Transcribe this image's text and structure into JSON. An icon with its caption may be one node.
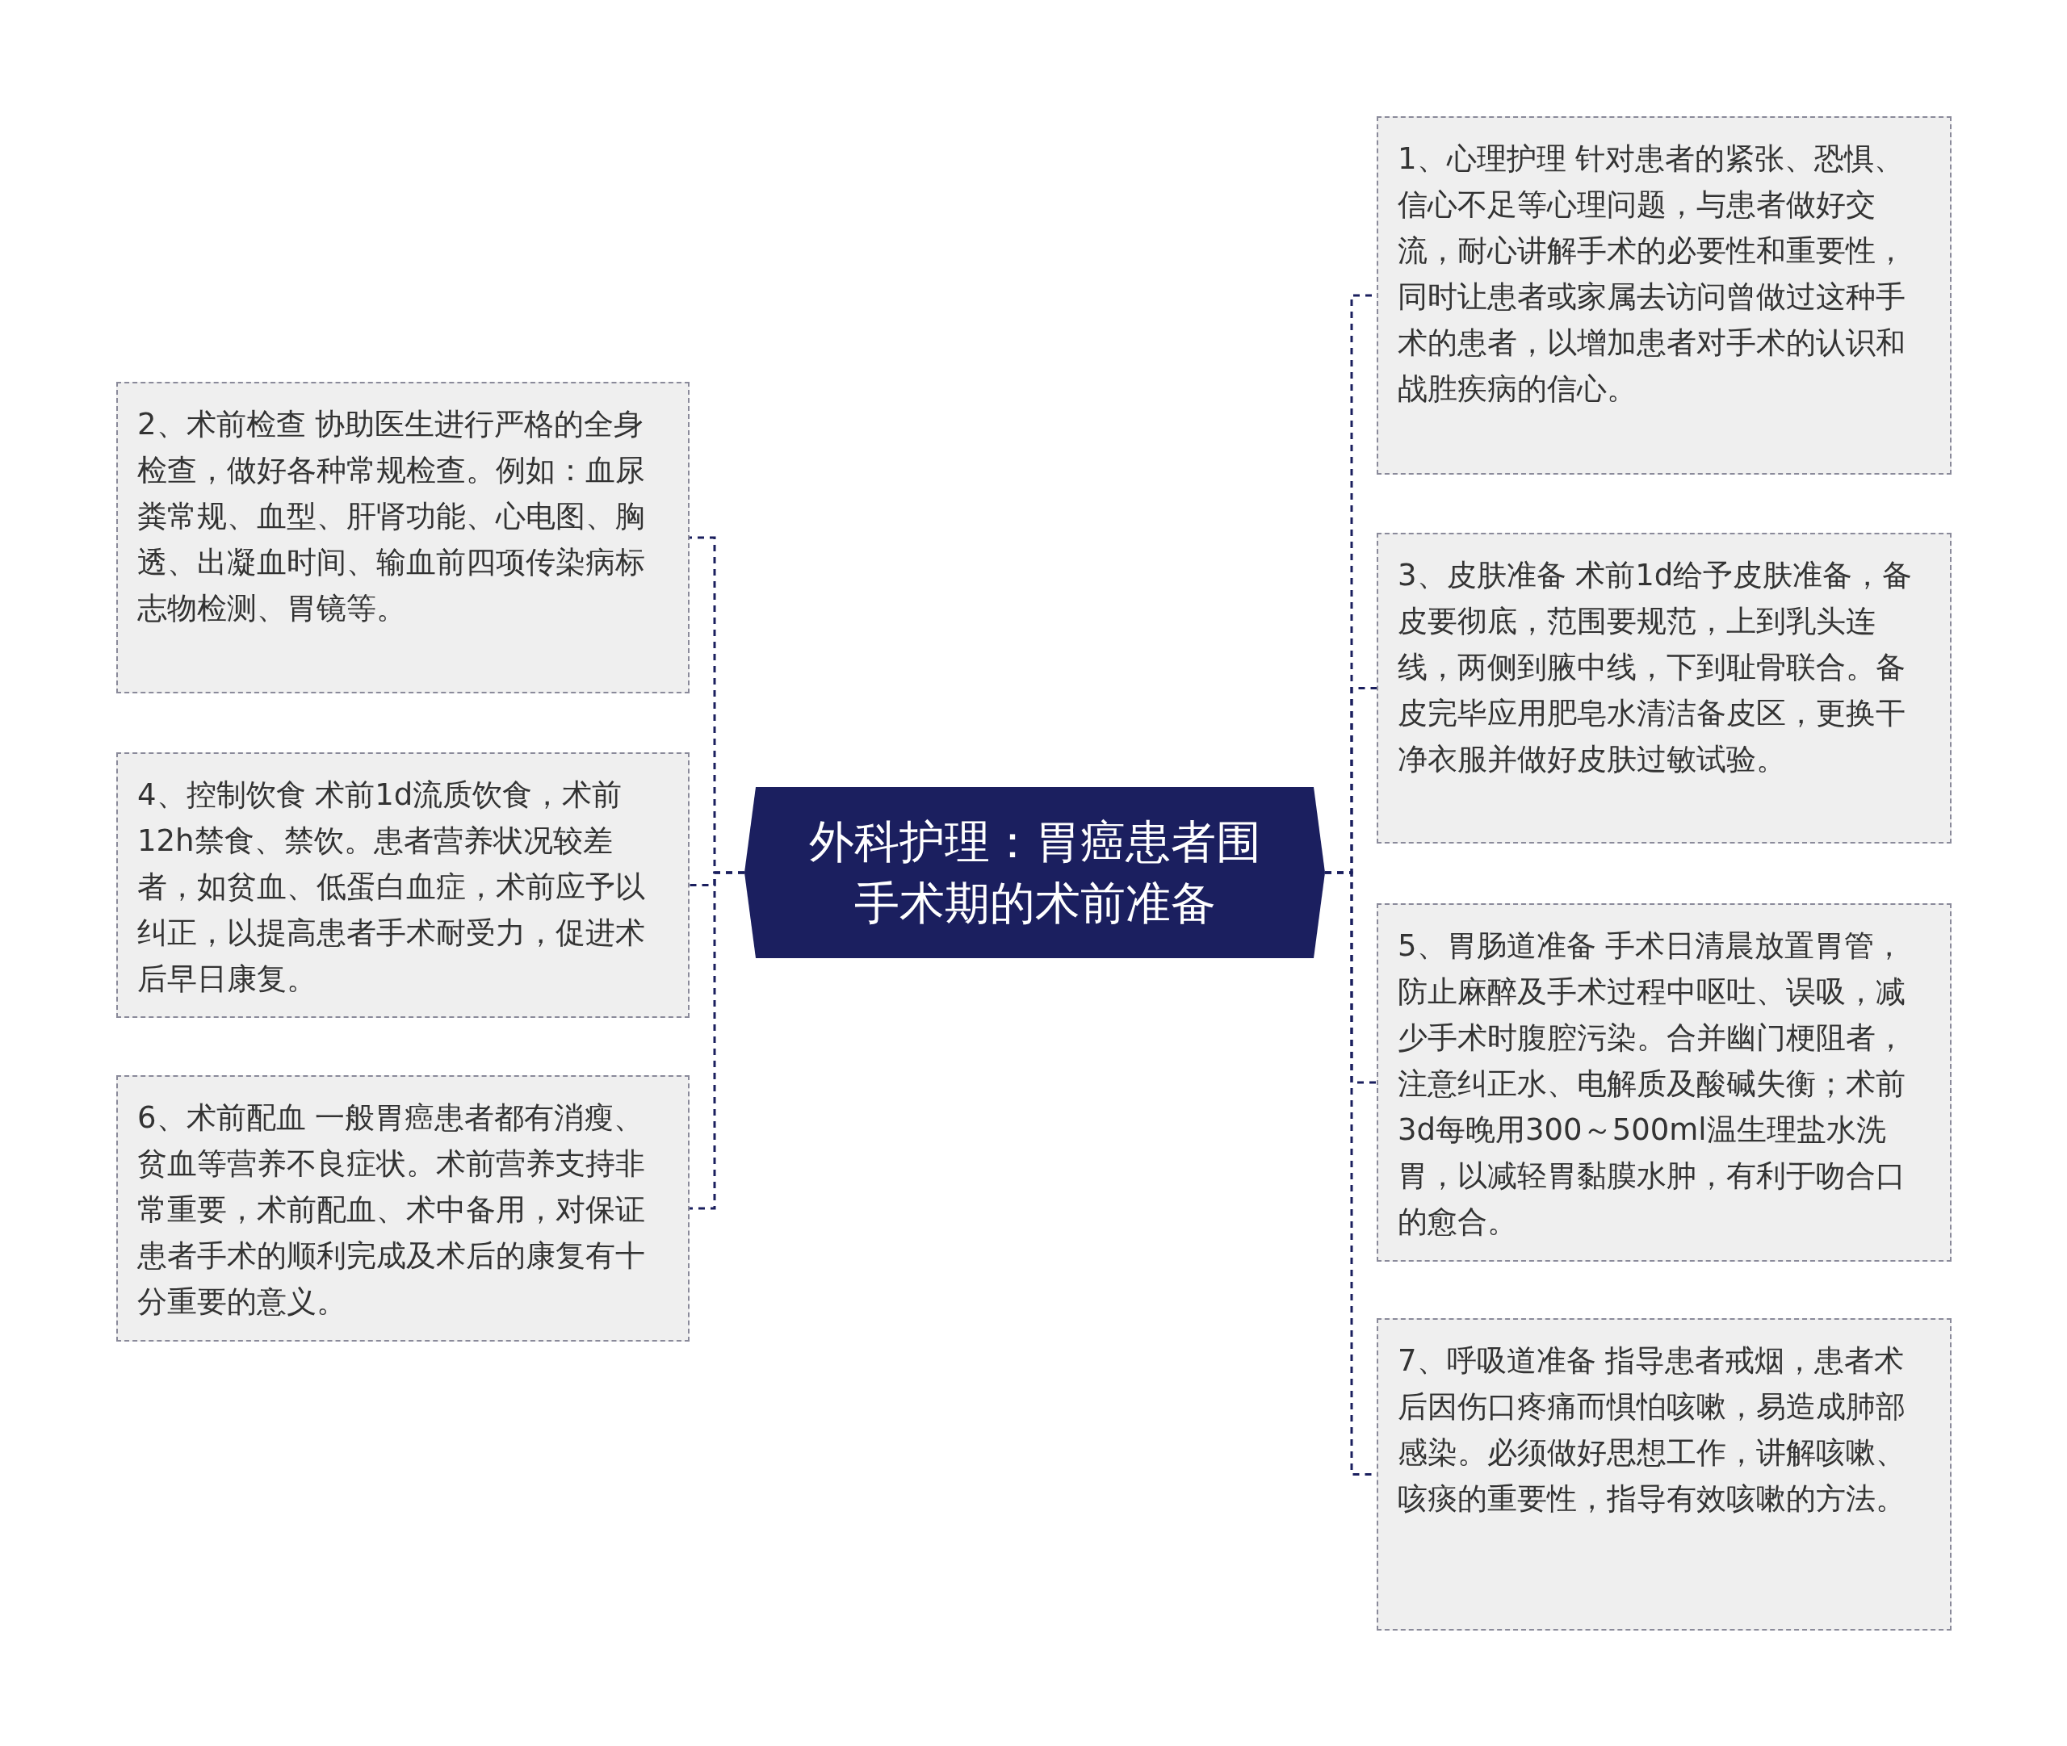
{
  "diagram": {
    "nodes": [
      {
        "text": [
          "外科护理：胃癌患者围手术期的术前准备"
        ]
      },
      {
        "text": [
          "1、心理护理 针对患者的紧张、恐惧、信心不足等心理问题，与患者做好交流，耐心讲解手术的必要性和重要性，同时让患者或家属去访问曾做过这种手术的患者，以增加患者对手术的认识和战胜疾病的信心。"
        ]
      },
      {
        "text": [
          "2、术前检查 协助医生进行严格的全身检查，做好各种常规检查。例如：血尿粪常规、血型、肝肾功能、心电图、胸透、出凝血时间、输血前四项传染病标志物检测、胃镜等。"
        ]
      },
      {
        "text": [
          "3、皮肤准备 术前1d给予皮肤准备，备皮要彻底，范围要规范，上到乳头连线，两侧到腋中线，下到耻骨联合。备皮完毕应用肥皂水清洁备皮区，更换干净衣服并做好皮肤过敏试验。"
        ]
      },
      {
        "text": [
          "4、控制饮食 术前1d流质饮食，术前12h禁食、禁饮。患者营养状况较差者，如贫血、低蛋白血症，术前应予以纠正，以提高患者手术耐受力，促进术后早日康复。"
        ]
      },
      {
        "text": [
          "5、胃肠道准备 手术日清晨放置胃管，防止麻醉及手术过程中呕吐、误吸，减少手术时腹腔污染。合并幽门梗阻者，注意纠正水、电解质及酸碱失衡；术前3d每晚用300～500ml温生理盐水洗胃，以减轻胃黏膜水肿，有利于吻合口的愈合。"
        ]
      },
      {
        "text": [
          "6、术前配血 一般胃癌患者都有消瘦、贫血等营养不良症状。术前营养支持非常重要，术前配血、术中备用，对保证患者手术的顺利完成及术后的康复有十分重要的意义。"
        ]
      },
      {
        "text": [
          "7、呼吸道准备 指导患者戒烟，患者术后因伤口疼痛而惧怕咳嗽，易造成肺部感染。必须做好思想工作，讲解咳嗽、咳痰的重要性，指导有效咳嗽的方法。"
        ]
      }
    ],
    "edges": [
      {
        "from": 0,
        "to": 1,
        "arrow": "none",
        "style": "dashed"
      },
      {
        "from": 0,
        "to": 2,
        "arrow": "none",
        "style": "dashed"
      },
      {
        "from": 0,
        "to": 3,
        "arrow": "none",
        "style": "dashed"
      },
      {
        "from": 0,
        "to": 4,
        "arrow": "none",
        "style": "dashed"
      },
      {
        "from": 0,
        "to": 5,
        "arrow": "none",
        "style": "dashed"
      },
      {
        "from": 0,
        "to": 6,
        "arrow": "none",
        "style": "dashed"
      },
      {
        "from": 0,
        "to": 7,
        "arrow": "none",
        "style": "dashed"
      }
    ]
  }
}
